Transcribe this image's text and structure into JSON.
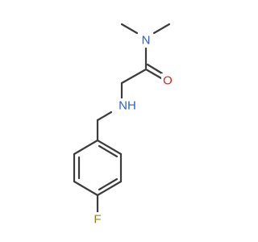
{
  "molecule": {
    "atoms": {
      "amide_nitrogen": "N",
      "carbonyl_oxygen": "O",
      "amine_nitrogen": "NH",
      "fluorine": "F"
    },
    "colors": {
      "bond": "#3c3c3c",
      "nitrogen": "#2d5bd7",
      "oxygen": "#e0201b",
      "fluorine": "#8a8a1e",
      "background": "#ffffff"
    }
  }
}
